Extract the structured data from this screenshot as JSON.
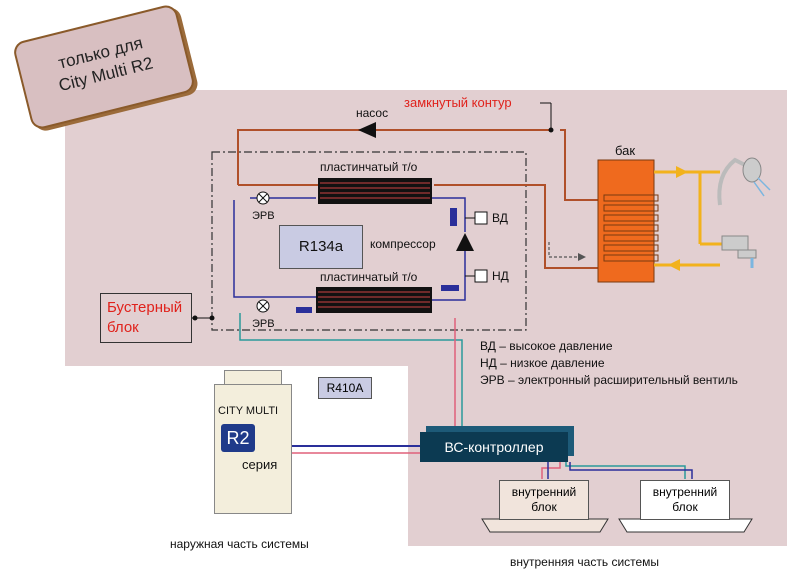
{
  "tag": {
    "line1": "только для",
    "line2": "City Multi R2"
  },
  "loop": {
    "closed_loop": "замкнутый контур",
    "pump": "насос",
    "tank": "бак"
  },
  "hx": {
    "top": "пластинчатый т/о",
    "bottom": "пластинчатый т/о"
  },
  "valves": {
    "erv_top": "ЭРВ",
    "erv_bottom": "ЭРВ",
    "hp": "ВД",
    "lp": "НД"
  },
  "refrigerant_inner": "R134a",
  "compressor": "компрессор",
  "booster": {
    "line1": "Бустерный",
    "line2": "блок"
  },
  "legend": {
    "hp": "ВД – высокое давление",
    "lp": "НД – низкое давление",
    "erv": "ЭРВ – электронный расширительный вентиль"
  },
  "refrigerant_outer": "R410A",
  "outdoor": {
    "brand": "CITY MULTI",
    "badge": "R2",
    "series": "серия"
  },
  "bc_controller": "ВС-контроллер",
  "indoor": {
    "unit1": {
      "line1": "внутренний",
      "line2": "блок"
    },
    "unit2": {
      "line1": "внутренний",
      "line2": "блок"
    }
  },
  "captions": {
    "outdoor_part": "наружная часть системы",
    "indoor_part": "внутренняя часть системы"
  },
  "colors": {
    "region": "#e2cfd1",
    "loop_line": "#b0502a",
    "refrigerant_blue": "#2a2f9a",
    "pink_line": "#e0607a",
    "teal_line": "#2a9a9a",
    "tank": "#ef6a1e",
    "accent_red": "#e0221c"
  }
}
